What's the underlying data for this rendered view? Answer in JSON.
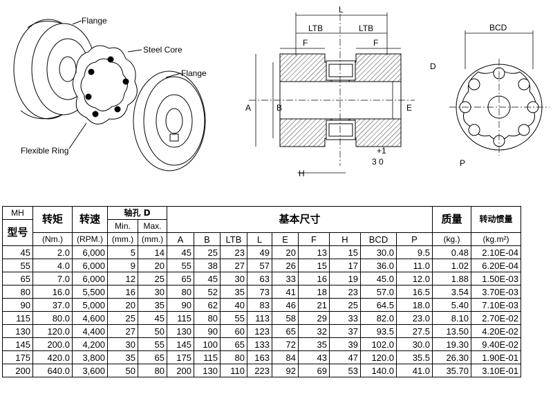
{
  "drawing": {
    "callouts": {
      "flange_left": "Flange",
      "steel_core": "Steel Core",
      "flange_right": "Flange",
      "flexible_ring": "Flexible Ring"
    },
    "dims": {
      "L": "L",
      "LTB_left": "LTB",
      "LTB_right": "LTB",
      "F_left": "F",
      "F_right": "F",
      "A": "A",
      "B": "B",
      "E": "E",
      "H": "H",
      "tol": "+1",
      "tol_base": "3  0",
      "BCD": "BCD",
      "D": "D",
      "P": "P"
    }
  },
  "table": {
    "header": {
      "mh": "MH",
      "model": "型号",
      "torque": "转矩",
      "torque_unit": "(Nm.)",
      "speed": "转速",
      "speed_unit": "(RPM.)",
      "bore": "轴孔 D",
      "bore_min": "Min.",
      "bore_max": "Max.",
      "bore_min_unit": "(mm.)",
      "bore_max_unit": "(mm.)",
      "basic": "基本尺寸",
      "cols": [
        "A",
        "B",
        "LTB",
        "L",
        "E",
        "F",
        "H",
        "BCD",
        "P"
      ],
      "mass": "质量",
      "mass_unit": "(kg.)",
      "inertia": "转动惯量",
      "inertia_unit": "(kg.m²)"
    },
    "rows": [
      [
        "45",
        "2.0",
        "6,000",
        "5",
        "14",
        "45",
        "25",
        "23",
        "49",
        "20",
        "13",
        "15",
        "30.0",
        "9.5",
        "0.48",
        "2.10E-04"
      ],
      [
        "55",
        "4.0",
        "6,000",
        "9",
        "20",
        "55",
        "38",
        "27",
        "57",
        "26",
        "15",
        "17",
        "36.0",
        "11.0",
        "1.02",
        "6.20E-04"
      ],
      [
        "65",
        "7.0",
        "6,000",
        "12",
        "25",
        "65",
        "45",
        "30",
        "63",
        "33",
        "16",
        "19",
        "45.0",
        "12.0",
        "1.88",
        "1.50E-03"
      ],
      [
        "80",
        "16.0",
        "5,500",
        "16",
        "30",
        "80",
        "52",
        "35",
        "73",
        "41",
        "18",
        "23",
        "57.0",
        "16.5",
        "3.54",
        "3.70E-03"
      ],
      [
        "90",
        "37.0",
        "5,000",
        "20",
        "35",
        "90",
        "62",
        "40",
        "83",
        "46",
        "21",
        "25",
        "64.5",
        "18.0",
        "5.40",
        "7.10E-03"
      ],
      [
        "115",
        "80.0",
        "4,600",
        "25",
        "45",
        "115",
        "80",
        "55",
        "113",
        "58",
        "29",
        "33",
        "82.0",
        "23.0",
        "8.10",
        "2.70E-02"
      ],
      [
        "130",
        "120.0",
        "4,400",
        "27",
        "50",
        "130",
        "90",
        "60",
        "123",
        "65",
        "32",
        "37",
        "93.5",
        "27.5",
        "13.50",
        "4.20E-02"
      ],
      [
        "145",
        "200.0",
        "4,200",
        "30",
        "55",
        "145",
        "100",
        "65",
        "133",
        "72",
        "35",
        "39",
        "102.0",
        "30.0",
        "19.30",
        "9.40E-02"
      ],
      [
        "175",
        "420.0",
        "3,800",
        "35",
        "65",
        "175",
        "115",
        "80",
        "163",
        "84",
        "43",
        "47",
        "120.0",
        "35.5",
        "26.30",
        "1.90E-01"
      ],
      [
        "200",
        "640.0",
        "3,600",
        "50",
        "80",
        "200",
        "130",
        "110",
        "223",
        "92",
        "69",
        "53",
        "140.0",
        "41.0",
        "35.70",
        "3.10E-01"
      ]
    ]
  }
}
